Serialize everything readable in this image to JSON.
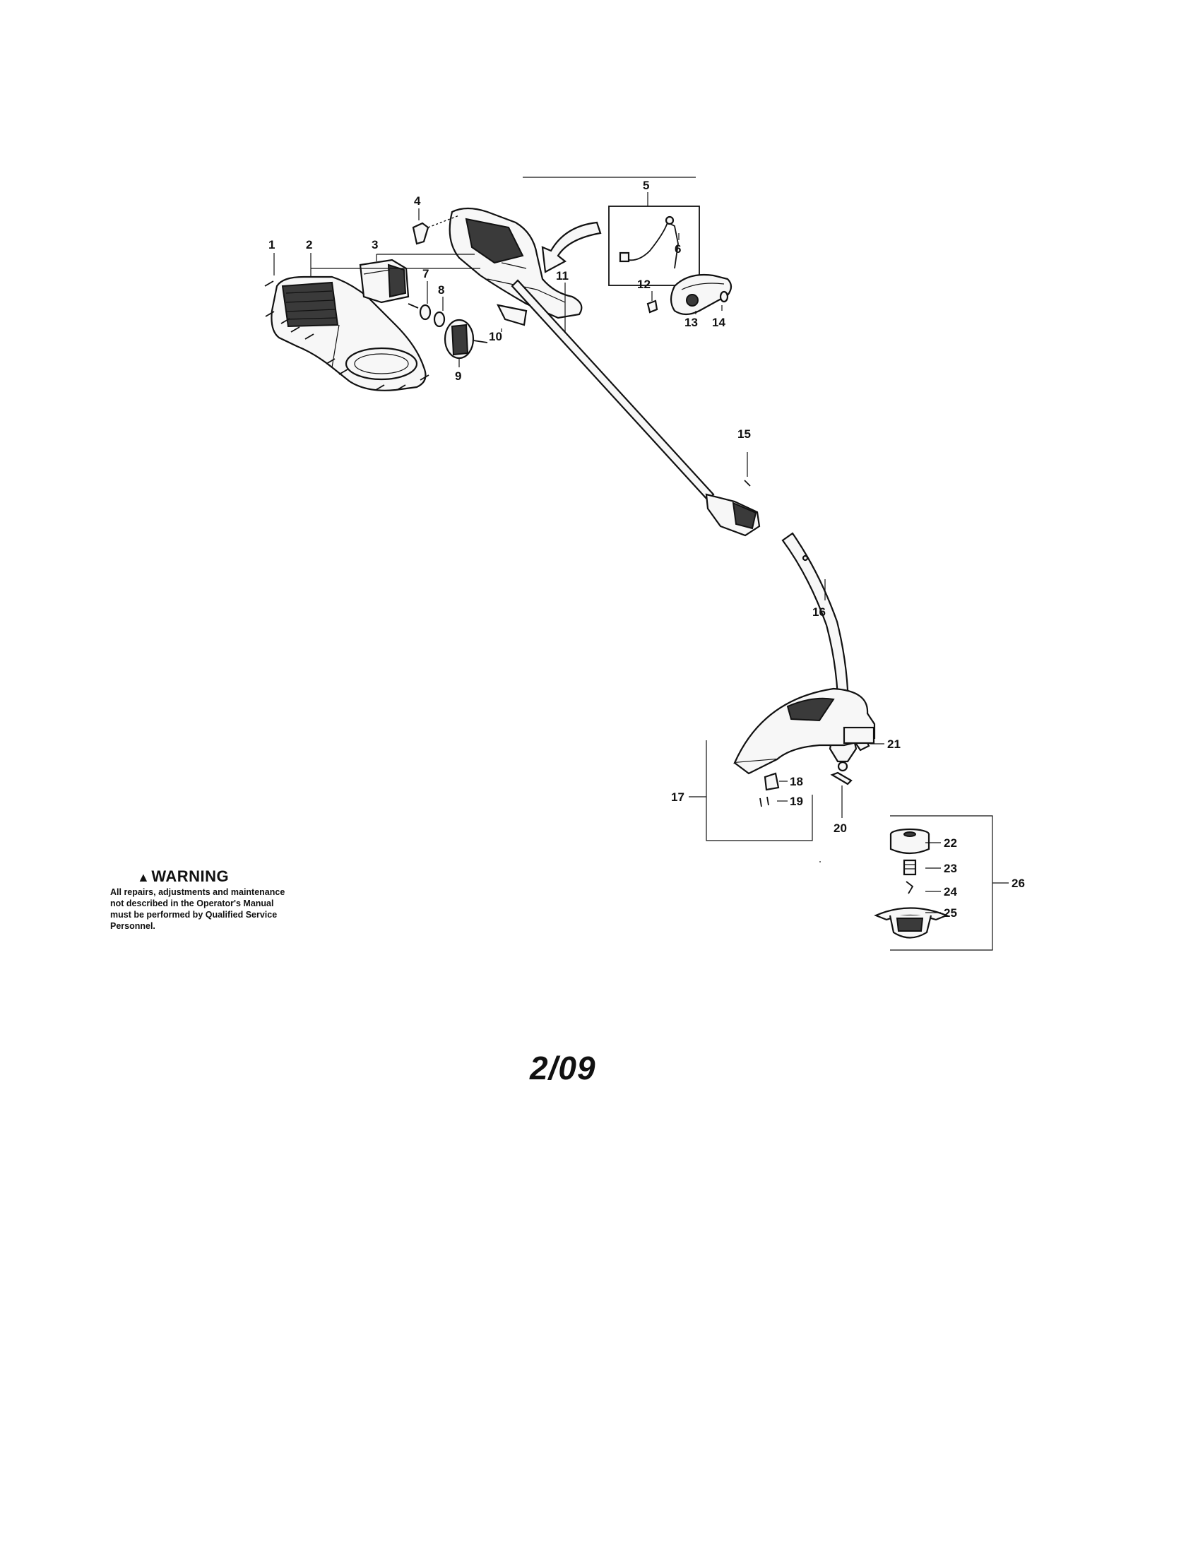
{
  "parts": {
    "p1": "1",
    "p2": "2",
    "p3": "3",
    "p4": "4",
    "p5": "5",
    "p6": "6",
    "p7": "7",
    "p8": "8",
    "p9": "9",
    "p10": "10",
    "p11": "11",
    "p12": "12",
    "p13": "13",
    "p14": "14",
    "p15": "15",
    "p16": "16",
    "p17": "17",
    "p18": "18",
    "p19": "19",
    "p20": "20",
    "p21": "21",
    "p22": "22",
    "p23": "23",
    "p24": "24",
    "p25": "25",
    "p26": "26"
  },
  "warning": {
    "icon": "warning-triangle-icon",
    "title": "WARNING",
    "body": "All repairs, adjustments and maintenance not described in the Operator's Manual must be performed by Qualified Service Personnel."
  },
  "page_date": "2/09"
}
